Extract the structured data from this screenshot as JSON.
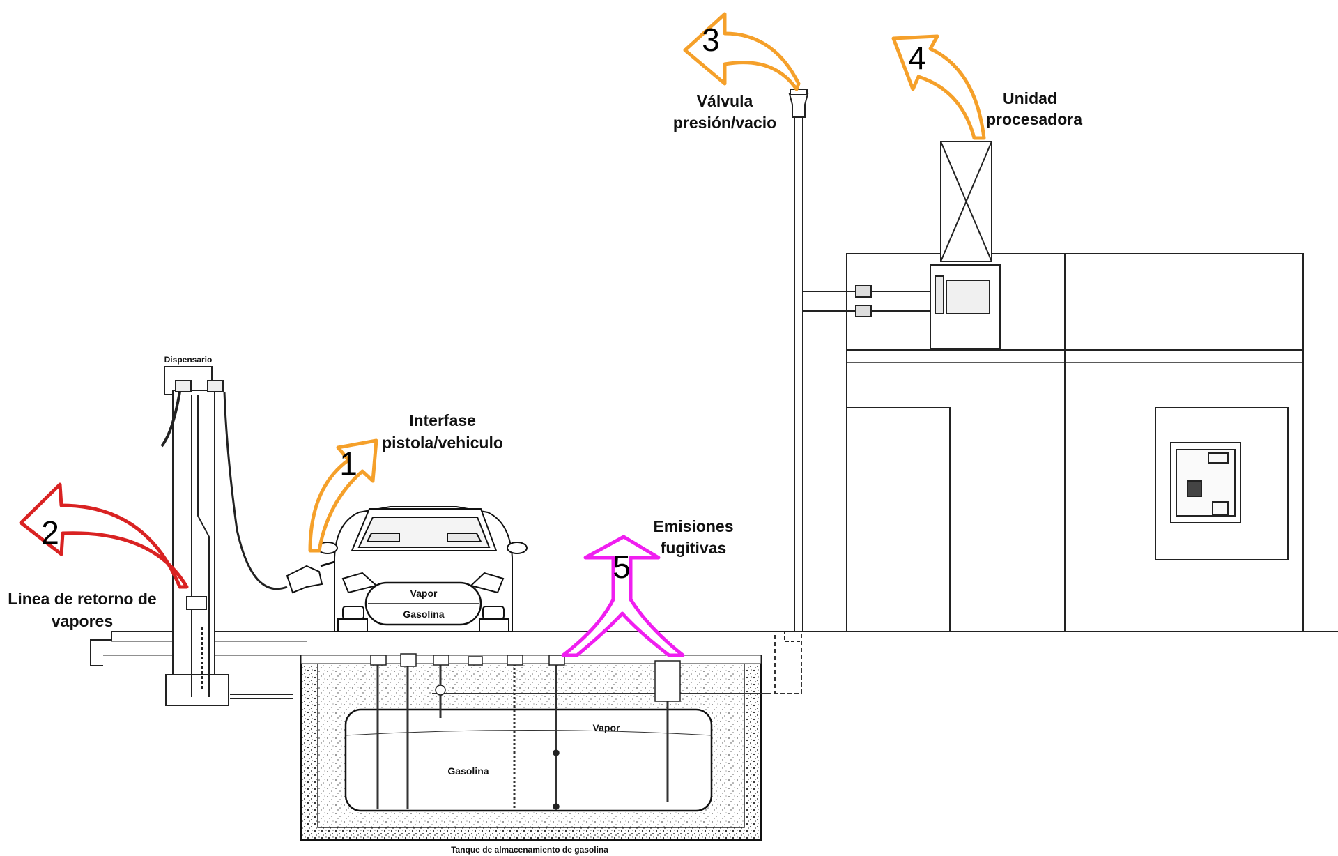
{
  "labels": {
    "dispensario": "Dispensario",
    "interfase_line1": "Interfase",
    "interfase_line2": "pistola/vehiculo",
    "retorno_line1": "Linea de retorno de",
    "retorno_line2": "vapores",
    "valvula_line1": "Válvula",
    "valvula_line2": "presión/vacio",
    "unidad_line1": "Unidad",
    "unidad_line2": "procesadora",
    "emisiones_line1": "Emisiones",
    "emisiones_line2": "fugitivas",
    "car_vapor": "Vapor",
    "car_gasolina": "Gasolina",
    "tank_vapor": "Vapor",
    "tank_gasolina": "Gasolina",
    "tanque": "Tanque de almacenamiento de gasolina"
  },
  "markers": [
    {
      "id": "1",
      "label": "1",
      "color": "#f5a02a"
    },
    {
      "id": "2",
      "label": "2",
      "color": "#d92222"
    },
    {
      "id": "3",
      "label": "3",
      "color": "#f5a02a"
    },
    {
      "id": "4",
      "label": "4",
      "color": "#f5a02a"
    },
    {
      "id": "5",
      "label": "5",
      "color": "#f01ef0"
    }
  ],
  "colors": {
    "orange_arrow": "#f5a02a",
    "red_arrow": "#d92222",
    "magenta_arrow": "#f01ef0",
    "line": "#222222"
  }
}
